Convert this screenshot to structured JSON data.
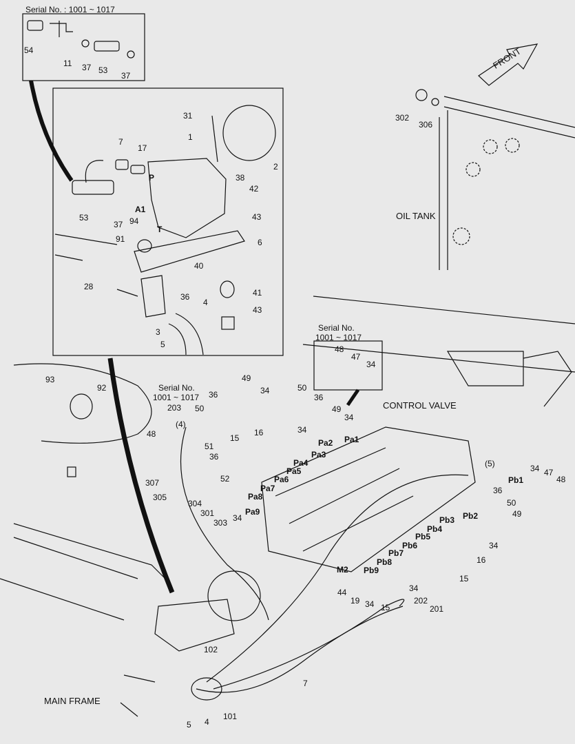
{
  "header": {
    "serial_top": "Serial No. : 1001 ~ 1017",
    "serial_mid": [
      "Serial No.",
      "1001 ~ 1017"
    ],
    "serial_left": [
      "Serial No.",
      "1001 ~ 1017"
    ]
  },
  "areas": {
    "front": "FRONT",
    "oil_tank": "OIL TANK",
    "control_valve": "CONTROL VALVE",
    "main_frame": "MAIN FRAME"
  },
  "callouts": {
    "top_box": [
      "54",
      "11",
      "37",
      "53",
      "37"
    ],
    "valve_box": [
      "31",
      "1",
      "2",
      "7",
      "17",
      "38",
      "42",
      "43",
      "6",
      "41",
      "43",
      "40",
      "36",
      "4",
      "3",
      "5",
      "28",
      "91",
      "94",
      "37",
      "53"
    ],
    "valve_ports": [
      "P",
      "A1",
      "T"
    ],
    "tank": [
      "302",
      "306"
    ],
    "mid_box": [
      "48",
      "47",
      "34"
    ],
    "left": [
      "93",
      "92",
      "203",
      "(4)",
      "48",
      "307",
      "305",
      "51",
      "52",
      "36",
      "304",
      "301",
      "303",
      "34",
      "36",
      "50",
      "49",
      "34",
      "50",
      "36",
      "49",
      "34",
      "16",
      "34",
      "15"
    ],
    "ports_a": [
      "Pa1",
      "Pa2",
      "Pa3",
      "Pa4",
      "Pa5",
      "Pa6",
      "Pa7",
      "Pa8",
      "Pa9"
    ],
    "ports_b": [
      "Pb1",
      "Pb2",
      "Pb3",
      "Pb4",
      "Pb5",
      "Pb6",
      "Pb7",
      "Pb8",
      "Pb9",
      "M2"
    ],
    "right": [
      "(5)",
      "34",
      "47",
      "48",
      "36",
      "50",
      "49",
      "34",
      "16",
      "15",
      "34",
      "202",
      "201",
      "44",
      "19",
      "34",
      "15"
    ],
    "bottom": [
      "102",
      "7",
      "5",
      "4",
      "101"
    ]
  }
}
